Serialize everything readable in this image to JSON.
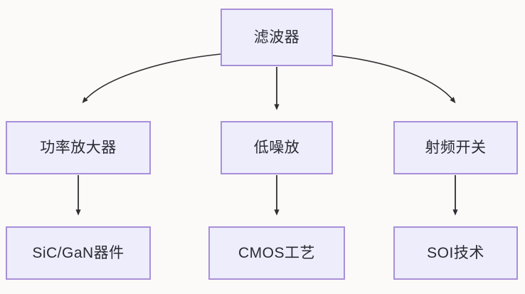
{
  "diagram": {
    "type": "tree",
    "background_color": "#fbfaf8",
    "node_fill_color": "#ededfc",
    "node_border_color": "#a98fd8",
    "node_text_color": "#2a2a33",
    "edge_color": "#2f2f33",
    "nodes": {
      "root": {
        "label": "滤波器"
      },
      "power_amplifier": {
        "label": "功率放大器"
      },
      "low_noise_amplifier": {
        "label": "低噪放"
      },
      "rf_switch": {
        "label": "射频开关"
      },
      "sic_gan_device": {
        "label": "SiC/GaN器件"
      },
      "cmos_process": {
        "label": "CMOS工艺"
      },
      "soi_technology": {
        "label": "SOI技术"
      }
    },
    "edges": [
      {
        "from": "root",
        "to": "power_amplifier",
        "style": "curved",
        "arrow": "true"
      },
      {
        "from": "root",
        "to": "low_noise_amplifier",
        "style": "straight",
        "arrow": "true"
      },
      {
        "from": "root",
        "to": "rf_switch",
        "style": "curved",
        "arrow": "true"
      },
      {
        "from": "power_amplifier",
        "to": "sic_gan_device",
        "style": "straight",
        "arrow": "true"
      },
      {
        "from": "low_noise_amplifier",
        "to": "cmos_process",
        "style": "straight",
        "arrow": "true"
      },
      {
        "from": "rf_switch",
        "to": "soi_technology",
        "style": "straight",
        "arrow": "true"
      }
    ]
  }
}
